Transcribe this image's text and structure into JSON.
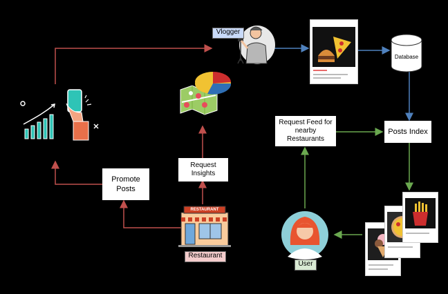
{
  "nodes": {
    "vlogger": "Vlogger",
    "database": "Database",
    "posts_index": "Posts Index",
    "request_feed": "Request Feed for nearby Restaurants",
    "request_insights": "Request Insights",
    "promote_posts": "Promote Posts",
    "restaurant": "Restaurant",
    "restaurant_sign": "RESTAURANT",
    "user": "User"
  },
  "colors": {
    "red_arrow": "#c0504d",
    "blue_arrow": "#4f81bd",
    "green_arrow": "#6aa84f",
    "vlogger_tag": "#c9daf8",
    "restaurant_tag": "#f4cccc",
    "user_tag": "#d9ead3"
  }
}
